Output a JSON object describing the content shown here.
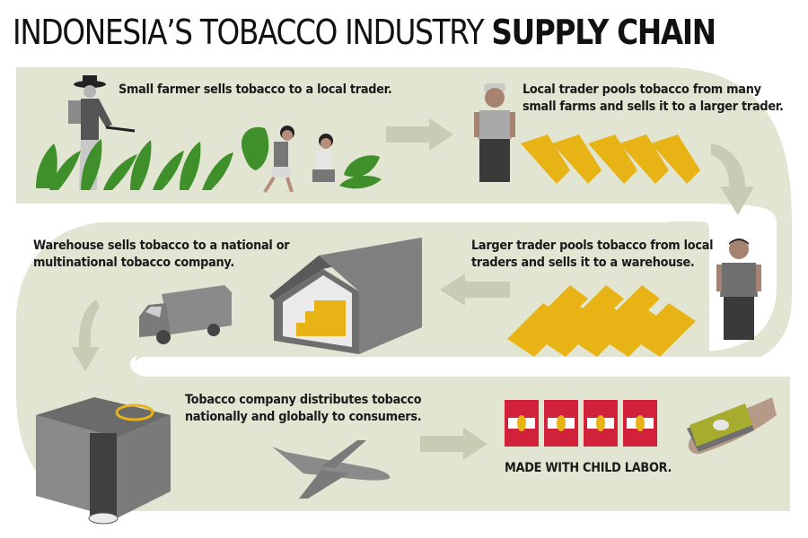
{
  "title": {
    "light": "INDONESIA’S TOBACCO INDUSTRY ",
    "bold": "SUPPLY CHAIN"
  },
  "steps": [
    {
      "id": 1,
      "text": "Small farmer sells tobacco to a local trader."
    },
    {
      "id": 2,
      "line1": "Local trader pools tobacco from many",
      "line2": "small farms and sells it to a larger trader."
    },
    {
      "id": 3,
      "line1": "Larger trader pools tobacco from local",
      "line2": "traders and sells it to a warehouse."
    },
    {
      "id": 4,
      "line1": "Warehouse sells tobacco to a national or",
      "line2": "multinational tobacco company."
    },
    {
      "id": 5,
      "line1": "Tobacco company distributes tobacco",
      "line2": "nationally and globally to consumers."
    }
  ],
  "footer_label": "MADE WITH CHILD LABOR.",
  "icons": [
    "farmer-spraying-icon",
    "tobacco-plants-icon",
    "child-carrying-leaves-icon",
    "child-picking-leaves-icon",
    "local-trader-icon",
    "tobacco-bundles-icon",
    "larger-trader-icon",
    "warehouse-icon",
    "truck-icon",
    "company-building-icon",
    "airplane-icon",
    "cigarette-packs-icon",
    "hand-with-money-icon",
    "flow-arrow-icon"
  ],
  "colors": {
    "band": "#e3e5d3",
    "arrow": "#c9ccb4",
    "leaf_green": "#3f8f2a",
    "tobacco_gold": "#e8b315",
    "pack_red": "#d2213b",
    "gray": "#7a7a7a"
  }
}
